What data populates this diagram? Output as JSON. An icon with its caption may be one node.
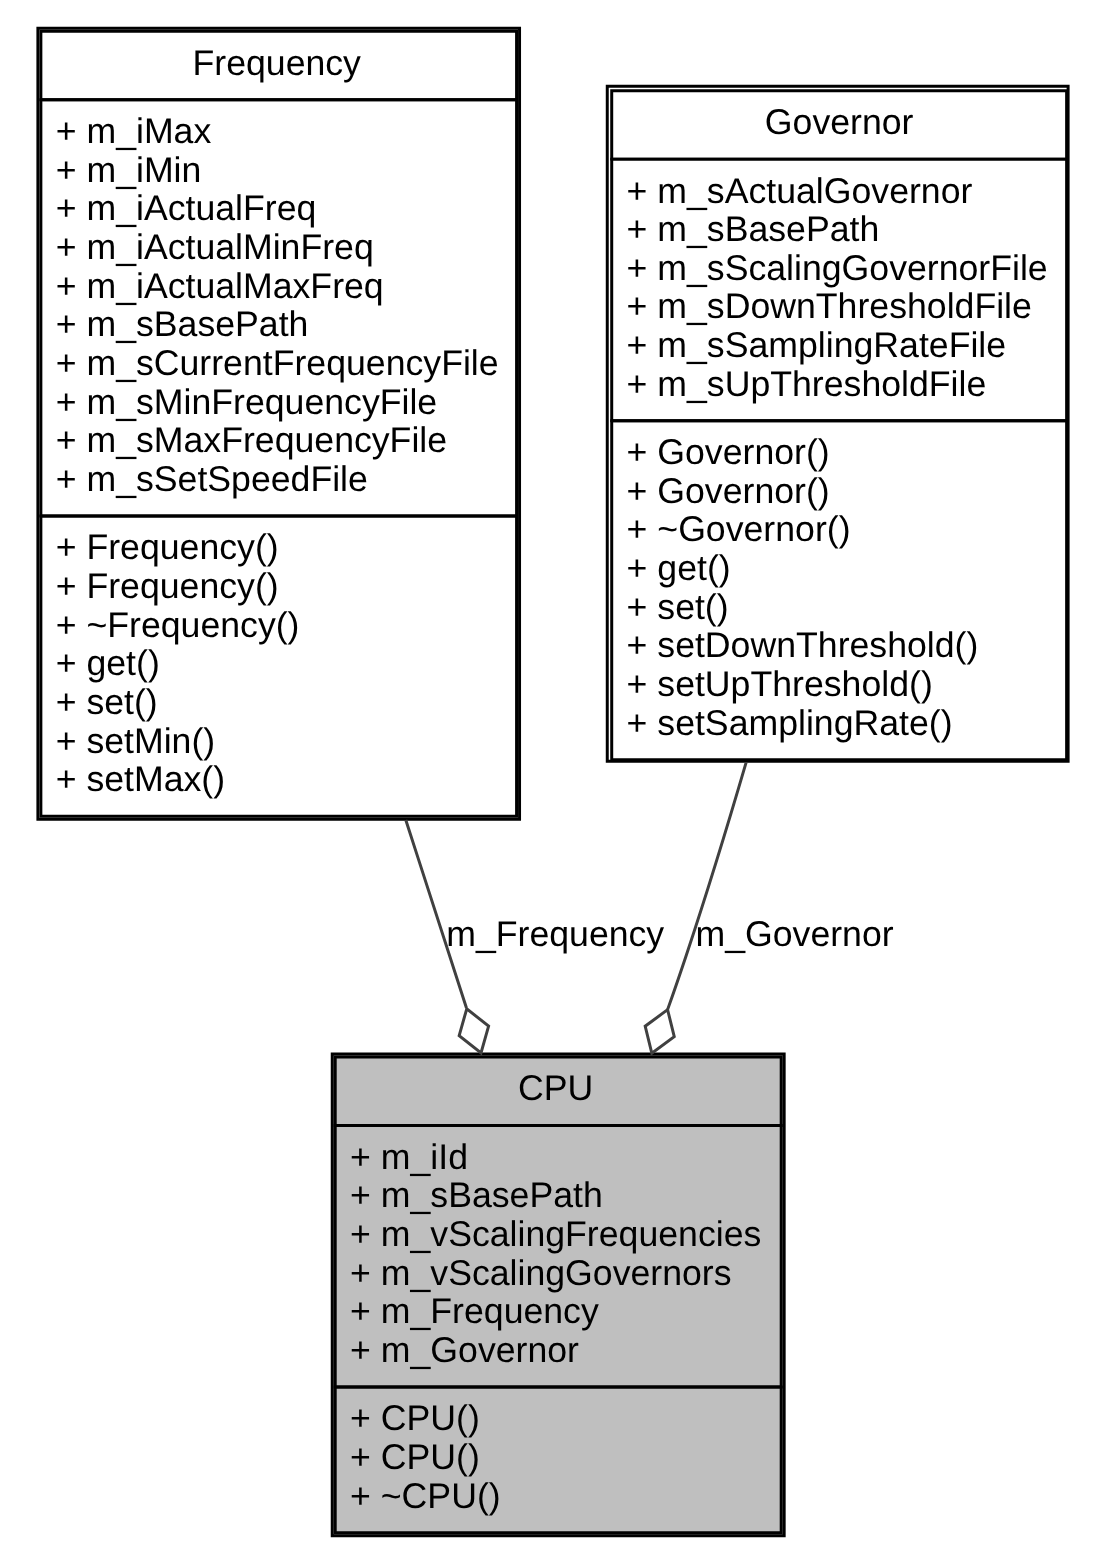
{
  "diagram": {
    "nodes": [
      {
        "text": [
          "Frequency",
          "+ m_iMax",
          "+ m_iMin",
          "+ m_iActualFreq",
          "+ m_iActualMinFreq",
          "+ m_iActualMaxFreq",
          "+ m_sBasePath",
          "+ m_sCurrentFrequencyFile",
          "+ m_sMinFrequencyFile",
          "+ m_sMaxFrequencyFile",
          "+ m_sSetSpeedFile",
          "+ Frequency()",
          "+ Frequency()",
          "+ ~Frequency()",
          "+ get()",
          "+ set()",
          "+ setMin()",
          "+ setMax()"
        ]
      },
      {
        "text": [
          "Governor",
          "+ m_sActualGovernor",
          "+ m_sBasePath",
          "+ m_sScalingGovernorFile",
          "+ m_sDownThresholdFile",
          "+ m_sSamplingRateFile",
          "+ m_sUpThresholdFile",
          "+ Governor()",
          "+ Governor()",
          "+ ~Governor()",
          "+ get()",
          "+ set()",
          "+ setDownThreshold()",
          "+ setUpThreshold()",
          "+ setSamplingRate()"
        ]
      },
      {
        "text": [
          "CPU",
          "+ m_iId",
          "+ m_sBasePath",
          "+ m_vScalingFrequencies",
          "+ m_vScalingGovernors",
          "+ m_Frequency",
          "+ m_Governor",
          "+ CPU()",
          "+ CPU()",
          "+ ~CPU()"
        ]
      }
    ],
    "edges": [
      {
        "from": 0,
        "to": 2,
        "arrow": "other",
        "label": "m_Frequency"
      },
      {
        "from": 1,
        "to": 2,
        "arrow": "other",
        "label": "m_Governor"
      }
    ]
  }
}
